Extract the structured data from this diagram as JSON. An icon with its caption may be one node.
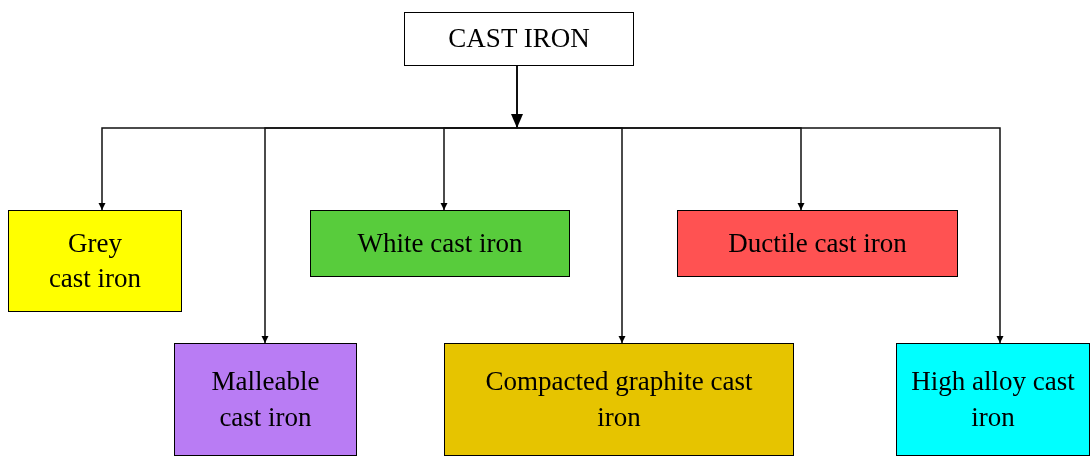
{
  "diagram": {
    "nodes": [
      {
        "text": [
          "CAST IRON"
        ]
      },
      {
        "text": [
          "Grey cast iron"
        ]
      },
      {
        "text": [
          "Malleable cast iron"
        ]
      },
      {
        "text": [
          "White cast iron"
        ]
      },
      {
        "text": [
          "Compacted graphite cast iron"
        ]
      },
      {
        "text": [
          "Ductile cast iron"
        ]
      },
      {
        "text": [
          "High alloy cast iron"
        ]
      }
    ],
    "edges": [
      {
        "from": 0,
        "to": 1,
        "arrow": "to"
      },
      {
        "from": 0,
        "to": 2,
        "arrow": "to"
      },
      {
        "from": 0,
        "to": 3,
        "arrow": "to"
      },
      {
        "from": 0,
        "to": 4,
        "arrow": "to"
      },
      {
        "from": 0,
        "to": 5,
        "arrow": "to"
      },
      {
        "from": 0,
        "to": 6,
        "arrow": "to"
      }
    ]
  }
}
